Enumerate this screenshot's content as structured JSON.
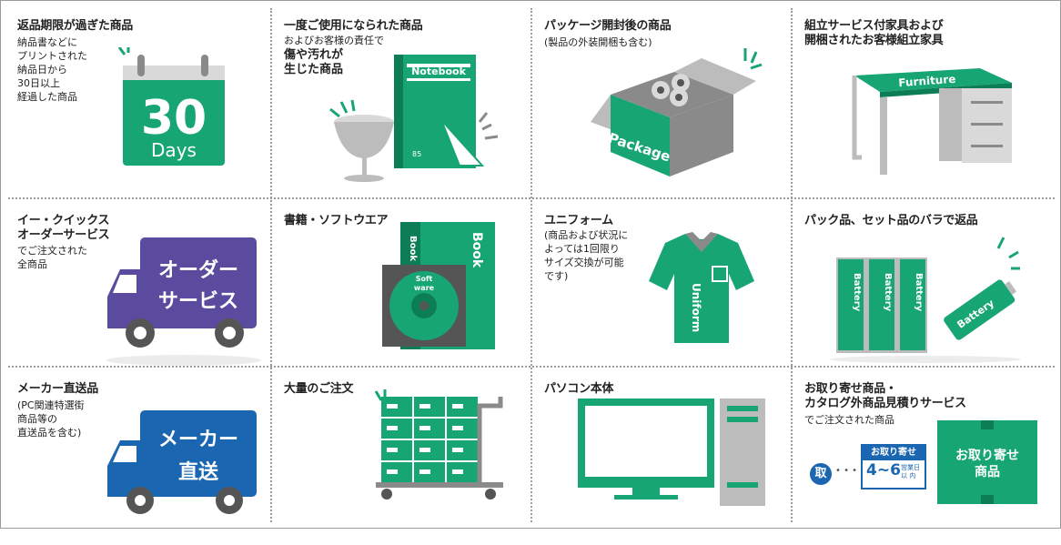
{
  "colors": {
    "green": "#17a673",
    "dark_green": "#0d7d55",
    "purple": "#5b4b9e",
    "blue": "#1b66b1",
    "gray": "#8a8a8a",
    "light_gray": "#d9d9d9"
  },
  "cells": [
    {
      "title": "返品期限が過ぎた商品",
      "sub": "納品書などに\nプリントされた\n納品日から\n30日以上\n経過した商品",
      "illus": {
        "number": "30",
        "unit": "Days"
      }
    },
    {
      "title": "一度ご使用になられた商品",
      "sub": "およびお客様の責任で",
      "sub2": "傷や汚れが\n生じた商品",
      "illus": {
        "book_label": "Notebook",
        "book_spine": "85"
      }
    },
    {
      "title": "パッケージ開封後の商品",
      "sub": "(製品の外装開梱も含む)",
      "illus": {
        "box_label": "Package"
      }
    },
    {
      "title": "組立サービス付家具および\n開梱されたお客様組立家具",
      "illus": {
        "desk_label": "Furniture"
      }
    },
    {
      "title": "イー・クイックス\nオーダーサービス",
      "sub": "でご注文された\n全商品",
      "illus": {
        "truck_line1": "オーダー",
        "truck_line2": "サービス"
      }
    },
    {
      "title": "書籍・ソフトウエア",
      "illus": {
        "book_label": "Book",
        "spine_label": "Book",
        "cd_label_1": "Soft",
        "cd_label_2": "ware"
      }
    },
    {
      "title": "ユニフォーム",
      "sub": "(商品および状況に\nよっては1回限り\nサイズ交換が可能\nです)",
      "illus": {
        "shirt_label": "Uniform"
      }
    },
    {
      "title": "パック品、セット品のバラで返品",
      "illus": {
        "battery_label": "Battery"
      }
    },
    {
      "title": "メーカー直送品",
      "sub": "(PC関連特選街\n商品等の\n直送品を含む)",
      "illus": {
        "truck_line1": "メーカー",
        "truck_line2": "直送"
      }
    },
    {
      "title": "大量のご注文",
      "illus": {}
    },
    {
      "title": "パソコン本体",
      "illus": {}
    },
    {
      "title": "お取り寄せ商品・\nカタログ外商品見積りサービス",
      "sub": "でご注文された商品",
      "illus": {
        "badge_char": "取",
        "dots": "• • •",
        "tag_top": "お取り寄せ",
        "tag_days": "4~6",
        "tag_unit_1": "営業日",
        "tag_unit_2": "以 内",
        "box_line1": "お取り寄せ",
        "box_line2": "商品"
      }
    }
  ]
}
